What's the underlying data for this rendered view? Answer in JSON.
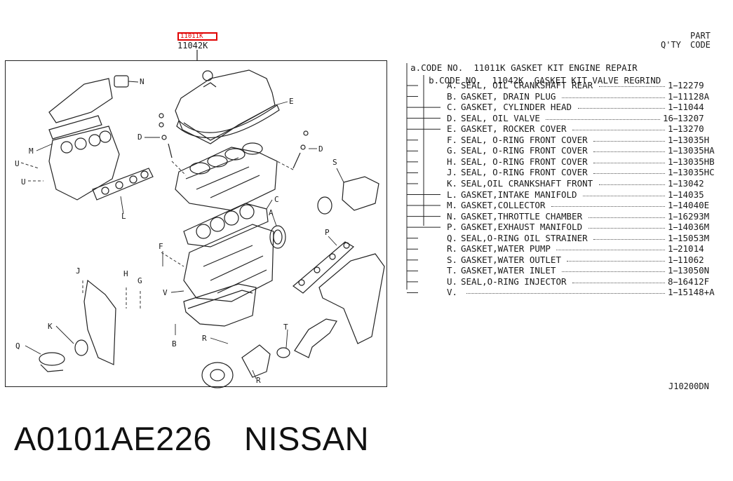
{
  "header": {
    "highlighted_kit_code": "11011K",
    "kit_code": "11042K",
    "col_part": "PART",
    "col_qty": "Q'TY",
    "col_code": "CODE"
  },
  "kits": [
    {
      "marker": "a.",
      "prefix": "CODE NO.",
      "code": "11011K",
      "name": "GASKET KIT ENGINE REPAIR"
    },
    {
      "marker": "b.",
      "prefix": "CODE NO.",
      "code": "11042K",
      "name": "GASKET KIT VALVE REGRIND"
    }
  ],
  "parts": [
    {
      "letter": "A.",
      "desc": "SEAL, OIL CRANKSHAFT REAR",
      "qty": "1",
      "code": "12279"
    },
    {
      "letter": "B.",
      "desc": "GASKET, DRAIN PLUG",
      "qty": "1",
      "code": "11128A"
    },
    {
      "letter": "C.",
      "desc": "GASKET, CYLINDER HEAD",
      "qty": "1",
      "code": "11044"
    },
    {
      "letter": "D.",
      "desc": "SEAL, OIL VALVE",
      "qty": "16",
      "code": "13207"
    },
    {
      "letter": "E.",
      "desc": "GASKET, ROCKER COVER",
      "qty": "1",
      "code": "13270"
    },
    {
      "letter": "F.",
      "desc": "SEAL, O-RING FRONT COVER",
      "qty": "1",
      "code": "13035H"
    },
    {
      "letter": "G.",
      "desc": "SEAL, O-RING FRONT COVER",
      "qty": "1",
      "code": "13035HA"
    },
    {
      "letter": "H.",
      "desc": "SEAL, O-RING FRONT COVER",
      "qty": "1",
      "code": "13035HB"
    },
    {
      "letter": "J.",
      "desc": "SEAL, O-RING FRONT COVER",
      "qty": "1",
      "code": "13035HC"
    },
    {
      "letter": "K.",
      "desc": "SEAL,OIL CRANKSHAFT FRONT",
      "qty": "1",
      "code": "13042"
    },
    {
      "letter": "L.",
      "desc": "GASKET,INTAKE MANIFOLD",
      "qty": "1",
      "code": "14035"
    },
    {
      "letter": "M.",
      "desc": "GASKET,COLLECTOR",
      "qty": "1",
      "code": "14040E"
    },
    {
      "letter": "N.",
      "desc": "GASKET,THROTTLE CHAMBER",
      "qty": "1",
      "code": "16293M"
    },
    {
      "letter": "P.",
      "desc": "GASKET,EXHAUST MANIFOLD",
      "qty": "1",
      "code": "14036M"
    },
    {
      "letter": "Q.",
      "desc": "SEAL,O-RING OIL STRAINER",
      "qty": "1",
      "code": "15053M"
    },
    {
      "letter": "R.",
      "desc": "GASKET,WATER PUMP",
      "qty": "1",
      "code": "21014"
    },
    {
      "letter": "S.",
      "desc": "GASKET,WATER OUTLET",
      "qty": "1",
      "code": "11062"
    },
    {
      "letter": "T.",
      "desc": "GASKET,WATER INLET",
      "qty": "1",
      "code": "13050N"
    },
    {
      "letter": "U.",
      "desc": "SEAL,O-RING INJECTOR",
      "qty": "8",
      "code": "16412F"
    },
    {
      "letter": "V.",
      "desc": "",
      "qty": "1",
      "code": "15148+A"
    }
  ],
  "diagram_labels": [
    "N",
    "E",
    "D",
    "M",
    "U",
    "U",
    "L",
    "D",
    "S",
    "C",
    "A",
    "P",
    "F",
    "J",
    "H",
    "G",
    "V",
    "K",
    "Q",
    "B",
    "R",
    "T",
    "R"
  ],
  "ref_code": "J10200DN",
  "caption": {
    "part_number": "A0101AE226",
    "brand": "NISSAN"
  }
}
